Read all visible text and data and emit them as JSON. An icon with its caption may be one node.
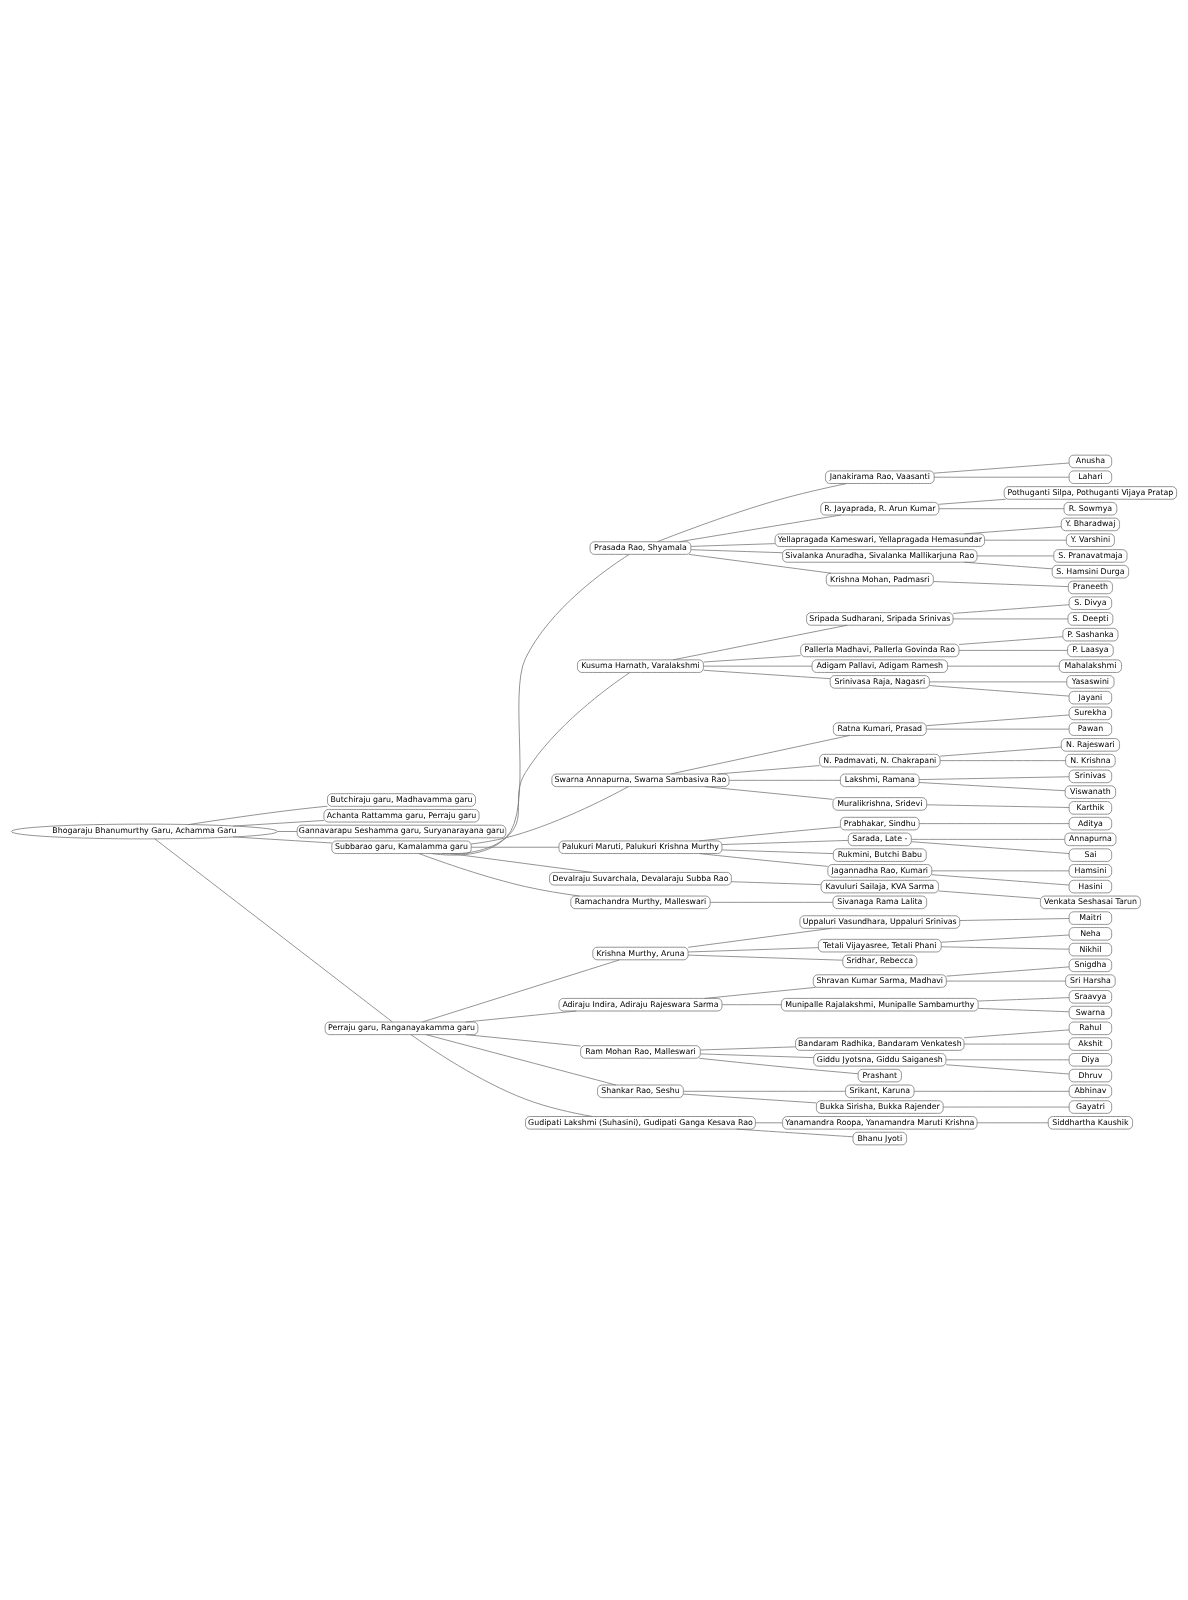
{
  "diagram": {
    "nodes": [
      {
        "text": [
          "Bhogaraju Bhanumurthy Garu, Achamma Garu"
        ]
      },
      {
        "text": [
          "Butchiraju garu, Madhavamma garu"
        ]
      },
      {
        "text": [
          "Achanta Rattamma garu, Perraju garu"
        ]
      },
      {
        "text": [
          "Gannavarapu Seshamma garu, Suryanarayana garu"
        ]
      },
      {
        "text": [
          "Subbarao garu, Kamalamma garu"
        ]
      },
      {
        "text": [
          "Prasada Rao, Shyamala"
        ]
      },
      {
        "text": [
          "Janakirama Rao, Vaasanti"
        ]
      },
      {
        "text": [
          "Anusha"
        ]
      },
      {
        "text": [
          "Lahari"
        ]
      },
      {
        "text": [
          "R. Jayaprada, R. Arun Kumar"
        ]
      },
      {
        "text": [
          "Pothuganti Silpa, Pothuganti Vijaya Pratap"
        ]
      },
      {
        "text": [
          "R. Sowmya"
        ]
      },
      {
        "text": [
          "Yellapragada Kameswari, Yellapragada Hemasundar"
        ]
      },
      {
        "text": [
          "Y. Bharadwaj"
        ]
      },
      {
        "text": [
          "Y. Varshini"
        ]
      },
      {
        "text": [
          "Sivalanka Anuradha, Sivalanka Mallikarjuna Rao"
        ]
      },
      {
        "text": [
          "S. Pranavatmaja"
        ]
      },
      {
        "text": [
          "S. Hamsini Durga"
        ]
      },
      {
        "text": [
          "Krishna Mohan, Padmasri"
        ]
      },
      {
        "text": [
          "Praneeth"
        ]
      },
      {
        "text": [
          "Kusuma Harnath, Varalakshmi"
        ]
      },
      {
        "text": [
          "Sripada Sudharani, Sripada Srinivas"
        ]
      },
      {
        "text": [
          "S. Divya"
        ]
      },
      {
        "text": [
          "S. Deepti"
        ]
      },
      {
        "text": [
          "Pallerla Madhavi, Pallerla Govinda Rao"
        ]
      },
      {
        "text": [
          "P. Sashanka"
        ]
      },
      {
        "text": [
          "P. Laasya"
        ]
      },
      {
        "text": [
          "Adigam Pallavi, Adigam Ramesh"
        ]
      },
      {
        "text": [
          "Mahalakshmi"
        ]
      },
      {
        "text": [
          "Srinivasa Raja, Nagasri"
        ]
      },
      {
        "text": [
          "Yasaswini"
        ]
      },
      {
        "text": [
          "Jayani"
        ]
      },
      {
        "text": [
          "Swarna Annapurna, Swarna Sambasiva Rao"
        ]
      },
      {
        "text": [
          "Ratna Kumari, Prasad"
        ]
      },
      {
        "text": [
          "Surekha"
        ]
      },
      {
        "text": [
          "Pawan"
        ]
      },
      {
        "text": [
          "N. Padmavati, N. Chakrapani"
        ]
      },
      {
        "text": [
          "N. Rajeswari"
        ]
      },
      {
        "text": [
          "N. Krishna"
        ]
      },
      {
        "text": [
          "Lakshmi, Ramana"
        ]
      },
      {
        "text": [
          "Srinivas"
        ]
      },
      {
        "text": [
          "Viswanath"
        ]
      },
      {
        "text": [
          "Muralikrishna, Sridevi"
        ]
      },
      {
        "text": [
          "Karthik"
        ]
      },
      {
        "text": [
          "Palukuri Maruti, Palukuri Krishna Murthy"
        ]
      },
      {
        "text": [
          "Prabhakar, Sindhu"
        ]
      },
      {
        "text": [
          "Aditya"
        ]
      },
      {
        "text": [
          "Sarada, Late -"
        ]
      },
      {
        "text": [
          "Annapurna"
        ]
      },
      {
        "text": [
          "Sai"
        ]
      },
      {
        "text": [
          "Rukmini, Butchi Babu"
        ]
      },
      {
        "text": [
          "Jagannadha Rao, Kumari"
        ]
      },
      {
        "text": [
          "Hamsini"
        ]
      },
      {
        "text": [
          "Hasini"
        ]
      },
      {
        "text": [
          "Devalraju Suvarchala, Devalaraju Subba Rao"
        ]
      },
      {
        "text": [
          "Kavuluri Sailaja, KVA Sarma"
        ]
      },
      {
        "text": [
          "Venkata Seshasai Tarun"
        ]
      },
      {
        "text": [
          "Ramachandra Murthy, Malleswari"
        ]
      },
      {
        "text": [
          "Sivanaga Rama Lalita"
        ]
      },
      {
        "text": [
          "Perraju garu, Ranganayakamma garu"
        ]
      },
      {
        "text": [
          "Krishna Murthy, Aruna"
        ]
      },
      {
        "text": [
          "Uppaluri Vasundhara, Uppaluri Srinivas"
        ]
      },
      {
        "text": [
          "Maitri"
        ]
      },
      {
        "text": [
          "Tetali Vijayasree, Tetali Phani"
        ]
      },
      {
        "text": [
          "Neha"
        ]
      },
      {
        "text": [
          "Nikhil"
        ]
      },
      {
        "text": [
          "Sridhar, Rebecca"
        ]
      },
      {
        "text": [
          "Adiraju Indira, Adiraju Rajeswara Sarma"
        ]
      },
      {
        "text": [
          "Shravan Kumar Sarma, Madhavi"
        ]
      },
      {
        "text": [
          "Snigdha"
        ]
      },
      {
        "text": [
          "Sri Harsha"
        ]
      },
      {
        "text": [
          "Munipalle Rajalakshmi, Munipalle Sambamurthy"
        ]
      },
      {
        "text": [
          "Sraavya"
        ]
      },
      {
        "text": [
          "Swarna"
        ]
      },
      {
        "text": [
          "Ram Mohan Rao, Malleswari"
        ]
      },
      {
        "text": [
          "Bandaram Radhika, Bandaram Venkatesh"
        ]
      },
      {
        "text": [
          "Rahul"
        ]
      },
      {
        "text": [
          "Akshit"
        ]
      },
      {
        "text": [
          "Giddu Jyotsna, Giddu Saiganesh"
        ]
      },
      {
        "text": [
          "Diya"
        ]
      },
      {
        "text": [
          "Dhruv"
        ]
      },
      {
        "text": [
          "Prashant"
        ]
      },
      {
        "text": [
          "Shankar Rao, Seshu"
        ]
      },
      {
        "text": [
          "Srikant, Karuna"
        ]
      },
      {
        "text": [
          "Abhinav"
        ]
      },
      {
        "text": [
          "Bukka Sirisha, Bukka Rajender"
        ]
      },
      {
        "text": [
          "Gayatri"
        ]
      },
      {
        "text": [
          "Gudipati Lakshmi (Suhasini), Gudipati Ganga Kesava Rao"
        ]
      },
      {
        "text": [
          "Yanamandra Roopa, Yanamandra Maruti Krishna"
        ]
      },
      {
        "text": [
          "Siddhartha Kaushik"
        ]
      },
      {
        "text": [
          "Bhanu Jyoti"
        ]
      }
    ],
    "edges": [
      {
        "from": 0,
        "to": 1,
        "arrow": "none"
      },
      {
        "from": 0,
        "to": 2,
        "arrow": "none"
      },
      {
        "from": 0,
        "to": 3,
        "arrow": "none"
      },
      {
        "from": 0,
        "to": 4,
        "arrow": "none"
      },
      {
        "from": 4,
        "to": 5,
        "arrow": "none"
      },
      {
        "from": 5,
        "to": 6,
        "arrow": "none"
      },
      {
        "from": 6,
        "to": 7,
        "arrow": "none"
      },
      {
        "from": 6,
        "to": 8,
        "arrow": "none"
      },
      {
        "from": 5,
        "to": 9,
        "arrow": "none"
      },
      {
        "from": 9,
        "to": 10,
        "arrow": "none"
      },
      {
        "from": 9,
        "to": 11,
        "arrow": "none"
      },
      {
        "from": 5,
        "to": 12,
        "arrow": "none"
      },
      {
        "from": 12,
        "to": 13,
        "arrow": "none"
      },
      {
        "from": 12,
        "to": 14,
        "arrow": "none"
      },
      {
        "from": 5,
        "to": 15,
        "arrow": "none"
      },
      {
        "from": 15,
        "to": 16,
        "arrow": "none"
      },
      {
        "from": 15,
        "to": 17,
        "arrow": "none"
      },
      {
        "from": 5,
        "to": 18,
        "arrow": "none"
      },
      {
        "from": 18,
        "to": 19,
        "arrow": "none"
      },
      {
        "from": 4,
        "to": 20,
        "arrow": "none"
      },
      {
        "from": 20,
        "to": 21,
        "arrow": "none"
      },
      {
        "from": 21,
        "to": 22,
        "arrow": "none"
      },
      {
        "from": 21,
        "to": 23,
        "arrow": "none"
      },
      {
        "from": 20,
        "to": 24,
        "arrow": "none"
      },
      {
        "from": 24,
        "to": 25,
        "arrow": "none"
      },
      {
        "from": 24,
        "to": 26,
        "arrow": "none"
      },
      {
        "from": 20,
        "to": 27,
        "arrow": "none"
      },
      {
        "from": 27,
        "to": 28,
        "arrow": "none"
      },
      {
        "from": 20,
        "to": 29,
        "arrow": "none"
      },
      {
        "from": 29,
        "to": 30,
        "arrow": "none"
      },
      {
        "from": 29,
        "to": 31,
        "arrow": "none"
      },
      {
        "from": 4,
        "to": 32,
        "arrow": "none"
      },
      {
        "from": 32,
        "to": 33,
        "arrow": "none"
      },
      {
        "from": 33,
        "to": 34,
        "arrow": "none"
      },
      {
        "from": 33,
        "to": 35,
        "arrow": "none"
      },
      {
        "from": 32,
        "to": 36,
        "arrow": "none"
      },
      {
        "from": 36,
        "to": 37,
        "arrow": "none"
      },
      {
        "from": 36,
        "to": 38,
        "arrow": "none"
      },
      {
        "from": 32,
        "to": 39,
        "arrow": "none"
      },
      {
        "from": 39,
        "to": 40,
        "arrow": "none"
      },
      {
        "from": 39,
        "to": 41,
        "arrow": "none"
      },
      {
        "from": 32,
        "to": 42,
        "arrow": "none"
      },
      {
        "from": 42,
        "to": 43,
        "arrow": "none"
      },
      {
        "from": 4,
        "to": 44,
        "arrow": "none"
      },
      {
        "from": 44,
        "to": 45,
        "arrow": "none"
      },
      {
        "from": 45,
        "to": 46,
        "arrow": "none"
      },
      {
        "from": 44,
        "to": 47,
        "arrow": "none"
      },
      {
        "from": 47,
        "to": 48,
        "arrow": "none"
      },
      {
        "from": 47,
        "to": 49,
        "arrow": "none"
      },
      {
        "from": 44,
        "to": 50,
        "arrow": "none"
      },
      {
        "from": 44,
        "to": 51,
        "arrow": "none"
      },
      {
        "from": 51,
        "to": 52,
        "arrow": "none"
      },
      {
        "from": 51,
        "to": 53,
        "arrow": "none"
      },
      {
        "from": 4,
        "to": 54,
        "arrow": "none"
      },
      {
        "from": 54,
        "to": 55,
        "arrow": "none"
      },
      {
        "from": 55,
        "to": 56,
        "arrow": "none"
      },
      {
        "from": 4,
        "to": 57,
        "arrow": "none"
      },
      {
        "from": 57,
        "to": 58,
        "arrow": "none"
      },
      {
        "from": 0,
        "to": 59,
        "arrow": "none"
      },
      {
        "from": 59,
        "to": 60,
        "arrow": "none"
      },
      {
        "from": 60,
        "to": 61,
        "arrow": "none"
      },
      {
        "from": 61,
        "to": 62,
        "arrow": "none"
      },
      {
        "from": 60,
        "to": 63,
        "arrow": "none"
      },
      {
        "from": 63,
        "to": 64,
        "arrow": "none"
      },
      {
        "from": 63,
        "to": 65,
        "arrow": "none"
      },
      {
        "from": 60,
        "to": 66,
        "arrow": "none"
      },
      {
        "from": 59,
        "to": 67,
        "arrow": "none"
      },
      {
        "from": 67,
        "to": 68,
        "arrow": "none"
      },
      {
        "from": 68,
        "to": 69,
        "arrow": "none"
      },
      {
        "from": 68,
        "to": 70,
        "arrow": "none"
      },
      {
        "from": 67,
        "to": 71,
        "arrow": "none"
      },
      {
        "from": 71,
        "to": 72,
        "arrow": "none"
      },
      {
        "from": 71,
        "to": 73,
        "arrow": "none"
      },
      {
        "from": 59,
        "to": 74,
        "arrow": "none"
      },
      {
        "from": 74,
        "to": 75,
        "arrow": "none"
      },
      {
        "from": 75,
        "to": 76,
        "arrow": "none"
      },
      {
        "from": 75,
        "to": 77,
        "arrow": "none"
      },
      {
        "from": 74,
        "to": 78,
        "arrow": "none"
      },
      {
        "from": 78,
        "to": 79,
        "arrow": "none"
      },
      {
        "from": 78,
        "to": 80,
        "arrow": "none"
      },
      {
        "from": 74,
        "to": 81,
        "arrow": "none"
      },
      {
        "from": 59,
        "to": 82,
        "arrow": "none"
      },
      {
        "from": 82,
        "to": 83,
        "arrow": "none"
      },
      {
        "from": 83,
        "to": 84,
        "arrow": "none"
      },
      {
        "from": 82,
        "to": 85,
        "arrow": "none"
      },
      {
        "from": 85,
        "to": 86,
        "arrow": "none"
      },
      {
        "from": 59,
        "to": 87,
        "arrow": "none"
      },
      {
        "from": 87,
        "to": 88,
        "arrow": "none"
      },
      {
        "from": 88,
        "to": 89,
        "arrow": "none"
      },
      {
        "from": 87,
        "to": 90,
        "arrow": "none"
      }
    ]
  }
}
